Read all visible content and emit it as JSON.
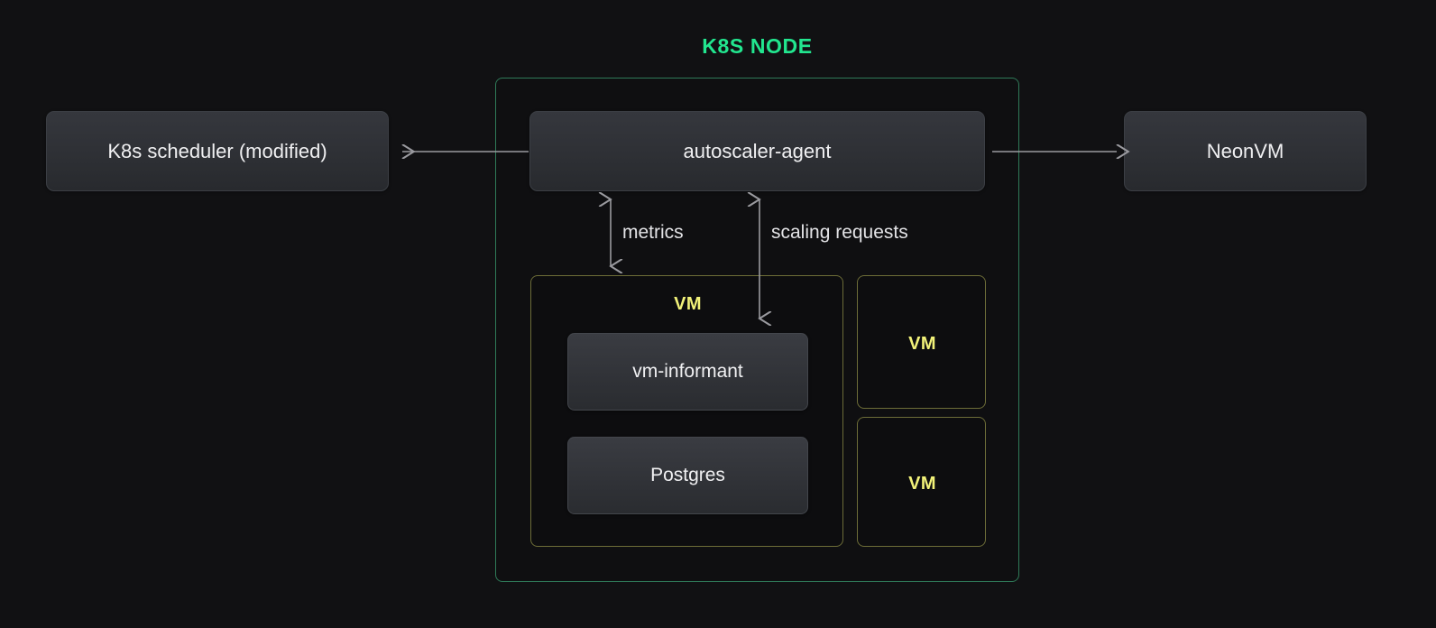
{
  "diagram": {
    "title": "K8S NODE",
    "background_color": "#111113",
    "node_border_color": "#2f7a58",
    "title_color": "#22e68f",
    "vm_border_color": "#6d6d38",
    "vm_label_color": "#f2f279",
    "arrow_color": "#9a9a9f",
    "box_text_color": "#f0f0f2"
  },
  "components": {
    "scheduler": "K8s scheduler (modified)",
    "autoscaler_agent": "autoscaler-agent",
    "neonvm": "NeonVM",
    "vm_informant": "vm-informant",
    "postgres": "Postgres"
  },
  "vms": {
    "main_label": "VM",
    "right_1_label": "VM",
    "right_2_label": "VM"
  },
  "arrows": {
    "metrics_label": "metrics",
    "scaling_label": "scaling requests",
    "scheduler_link_label": "",
    "neonvm_link_label": ""
  }
}
